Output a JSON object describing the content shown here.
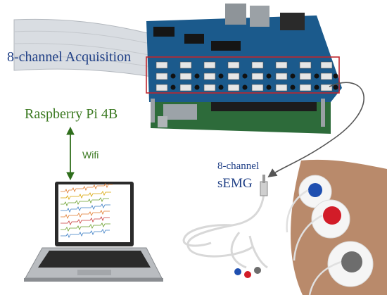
{
  "labels": {
    "acquisition": "8-channel Acquisition",
    "raspberry": "Raspberry Pi 4B",
    "wifi": "Wifi",
    "channel": "8-channel",
    "semg": "sEMG"
  },
  "colors": {
    "board": "#1b5a8c",
    "rpi_board": "#2d6b3a",
    "frame": "#c0262d",
    "link": "#2f6e1c",
    "label_blue": "#1f3f86",
    "electrode_blue": "#1f4fb0",
    "electrode_red": "#d21c28",
    "electrode_gray": "#6d6d6d"
  }
}
